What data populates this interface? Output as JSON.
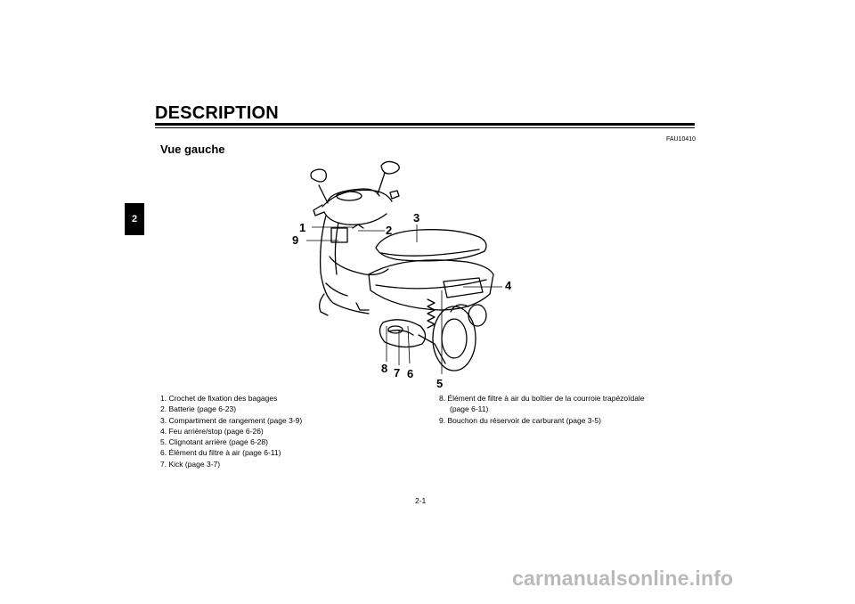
{
  "header": {
    "title": "DESCRIPTION",
    "chapter": "2",
    "ref_code": "FAU10410"
  },
  "section": {
    "subtitle": "Vue gauche"
  },
  "callouts": [
    "1",
    "2",
    "3",
    "4",
    "5",
    "6",
    "7",
    "8",
    "9"
  ],
  "legend": {
    "left": [
      "1. Crochet de fixation des bagages",
      "2. Batterie (page 6-23)",
      "3. Compartiment de rangement (page 3-9)",
      "4. Feu arrière/stop (page 6-26)",
      "5. Clignotant arrière (page 6-28)",
      "6. Élément du filtre à air (page 6-11)",
      "7. Kick (page 3-7)"
    ],
    "right": [
      "8. Élément de filtre à air du boîtier de la courroie trapézoïdale",
      "(page 6-11)",
      "9. Bouchon du réservoir de carburant (page 3-5)"
    ]
  },
  "footer": {
    "page": "2-1",
    "watermark": "carmanualsonline.info"
  }
}
